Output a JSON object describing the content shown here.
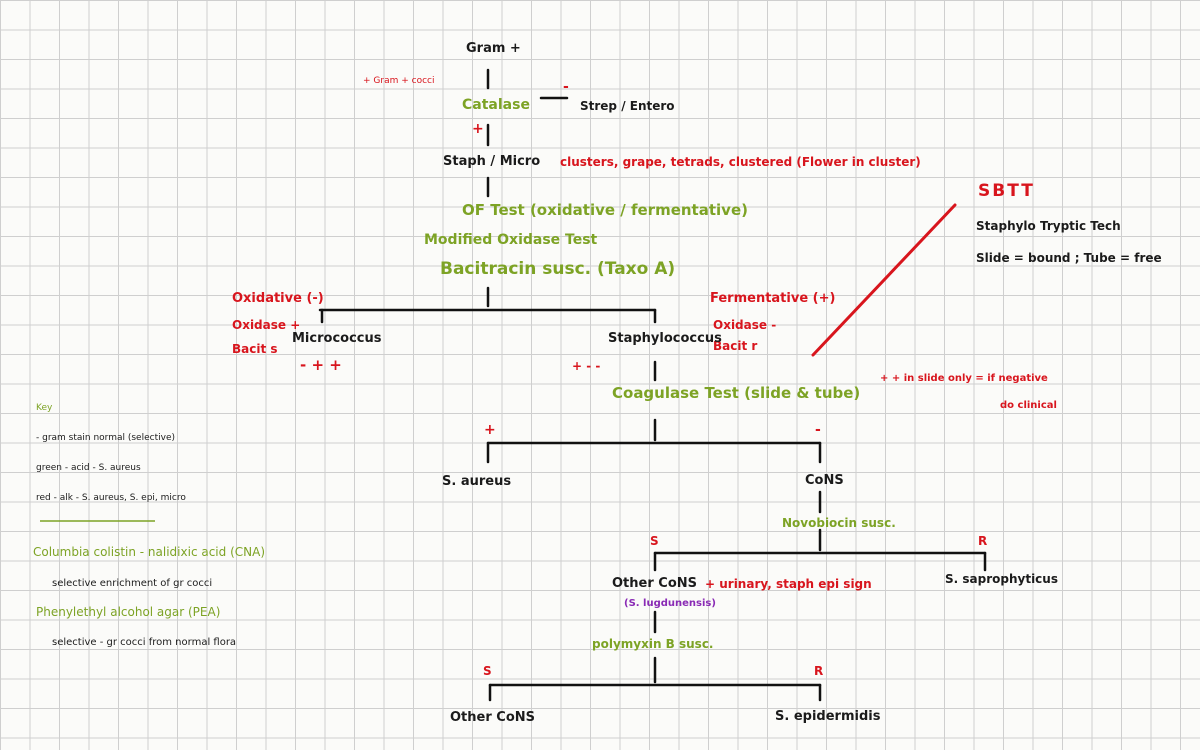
{
  "colors": {
    "ink": "#1b1b1b",
    "red": "#d8151d",
    "green": "#7da325",
    "purple": "#8a2bb5",
    "grid": "#cfcfcf"
  },
  "flow": {
    "gram": "Gram +",
    "gram_note": "+ Gram + cocci",
    "catalase_minus_sign": "-",
    "catalase": "Catalase",
    "strep": "Strep / Entero",
    "catalase_plus_sign": "+",
    "staph": "Staph / Micro",
    "staph_note": "clusters, grape, tetrads, clustered (Flower in cluster)",
    "of_test": "OF Test (oxidative / fermentative)",
    "modified_oxidase": "Modified Oxidase Test",
    "bacitracin": "Bacitracin susc. (Taxo A)",
    "oxidative_label": "Oxidative (-)",
    "oxidase_left": "Oxidase +",
    "bacit_left": "Bacit s",
    "micrococcus": "Micrococcus",
    "micro_signs": "- + +",
    "fermentative_label": "Fermentative (+)",
    "oxidase_right": "Oxidase -",
    "bacit_right": "Bacit r",
    "staphylococcus": "Staphylococcus",
    "staph_signs": "+ - -",
    "coagulase": "Coagulase Test (slide & tube)",
    "coag_plus": "+",
    "coag_minus": "-",
    "saureus": "S. aureus",
    "cons": "CoNS",
    "novobiocin": "Novobiocin susc.",
    "novo_s": "S",
    "novo_r": "R",
    "other_cons": "Other CoNS",
    "other_cons_note": "+ urinary, staph epi sign",
    "other_cons_sub": "(S. lugdunensis)",
    "ssaprophyticus": "S. saprophyticus",
    "polymyxin": "polymyxin B susc.",
    "poly_s": "S",
    "poly_r": "R",
    "other_cons_2": "Other CoNS",
    "sepidermidis": "S. epidermidis"
  },
  "sbt": {
    "title": "SBTT",
    "line1": "Staphylo Tryptic Tech",
    "line2": "Slide = bound ; Tube = free"
  },
  "coag_note": {
    "line1": "+ + in slide only = if negative",
    "line2": "do clinical"
  },
  "legend": {
    "title": "Key",
    "line1": "- gram stain normal (selective)",
    "line2": "green - acid - S. aureus",
    "line3": "red - alk - S. aureus, S. epi, micro",
    "cna": "Columbia colistin - nalidixic acid (CNA)",
    "cna_desc": "selective enrichment of gr cocci",
    "pea": "Phenylethyl alcohol agar (PEA)",
    "pea_desc": "selective - gr cocci from normal flora"
  }
}
